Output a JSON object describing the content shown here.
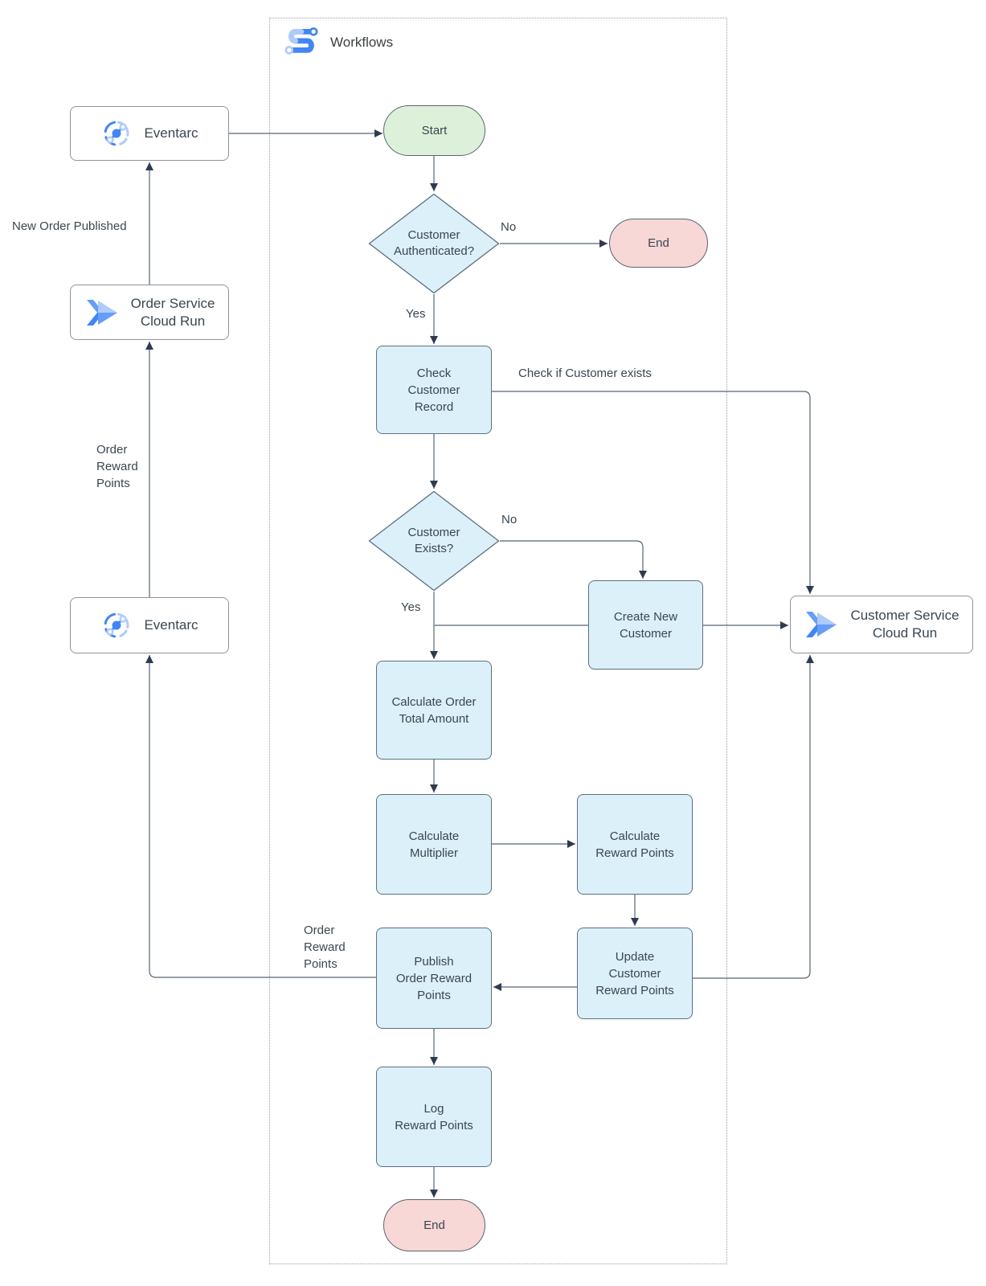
{
  "header": {
    "title": "Workflows",
    "icon": "workflows-icon"
  },
  "external": {
    "eventarc_top": {
      "label": "Eventarc",
      "icon": "eventarc-icon"
    },
    "order_service": {
      "label": "Order Service\nCloud Run",
      "icon": "cloud-run-icon"
    },
    "eventarc_bottom": {
      "label": "Eventarc",
      "icon": "eventarc-icon"
    },
    "customer_service": {
      "label": "Customer Service\nCloud Run",
      "icon": "cloud-run-icon"
    }
  },
  "nodes": {
    "start": {
      "label": "Start",
      "type": "terminal"
    },
    "customer_authenticated": {
      "label": "Customer\nAuthenticated?",
      "type": "decision"
    },
    "end_top": {
      "label": "End",
      "type": "terminal"
    },
    "check_customer_record": {
      "label": "Check\nCustomer\nRecord",
      "type": "process"
    },
    "customer_exists": {
      "label": "Customer\nExists?",
      "type": "decision"
    },
    "create_new_customer": {
      "label": "Create New\nCustomer",
      "type": "process"
    },
    "calculate_order_total": {
      "label": "Calculate Order\nTotal Amount",
      "type": "process"
    },
    "calculate_multiplier": {
      "label": "Calculate\nMultiplier",
      "type": "process"
    },
    "calculate_reward_points": {
      "label": "Calculate\nReward Points",
      "type": "process"
    },
    "update_customer_reward_points": {
      "label": "Update\nCustomer\nReward Points",
      "type": "process"
    },
    "publish_order_reward_points": {
      "label": "Publish\nOrder Reward\nPoints",
      "type": "process"
    },
    "log_reward_points": {
      "label": "Log\nReward Points",
      "type": "process"
    },
    "end_bottom": {
      "label": "End",
      "type": "terminal"
    }
  },
  "edge_labels": {
    "no_authenticated": "No",
    "yes_authenticated": "Yes",
    "check_if_customer_exists": "Check if Customer exists",
    "no_exists": "No",
    "yes_exists": "Yes",
    "new_order_published": "New Order Published",
    "order_reward_points_left": "Order\nReward\nPoints",
    "order_reward_points_bottom": "Order\nReward\nPoints"
  },
  "colors": {
    "process_fill": "#dcf0f9",
    "process_stroke": "#5c7080",
    "start_fill": "#ddf1da",
    "start_stroke": "#5a6570",
    "end_fill": "#f8d7d7",
    "end_stroke": "#5a6570",
    "external_fill": "#ffffff",
    "external_stroke": "#8d949c",
    "container_border": "#9e9e9e",
    "line": "#566573",
    "arrow": "#2e3b4e",
    "text": "#3a4652",
    "icon_blue": "#4285f4",
    "icon_blue_mid": "#669df6",
    "icon_blue_light": "#aecbfa"
  }
}
